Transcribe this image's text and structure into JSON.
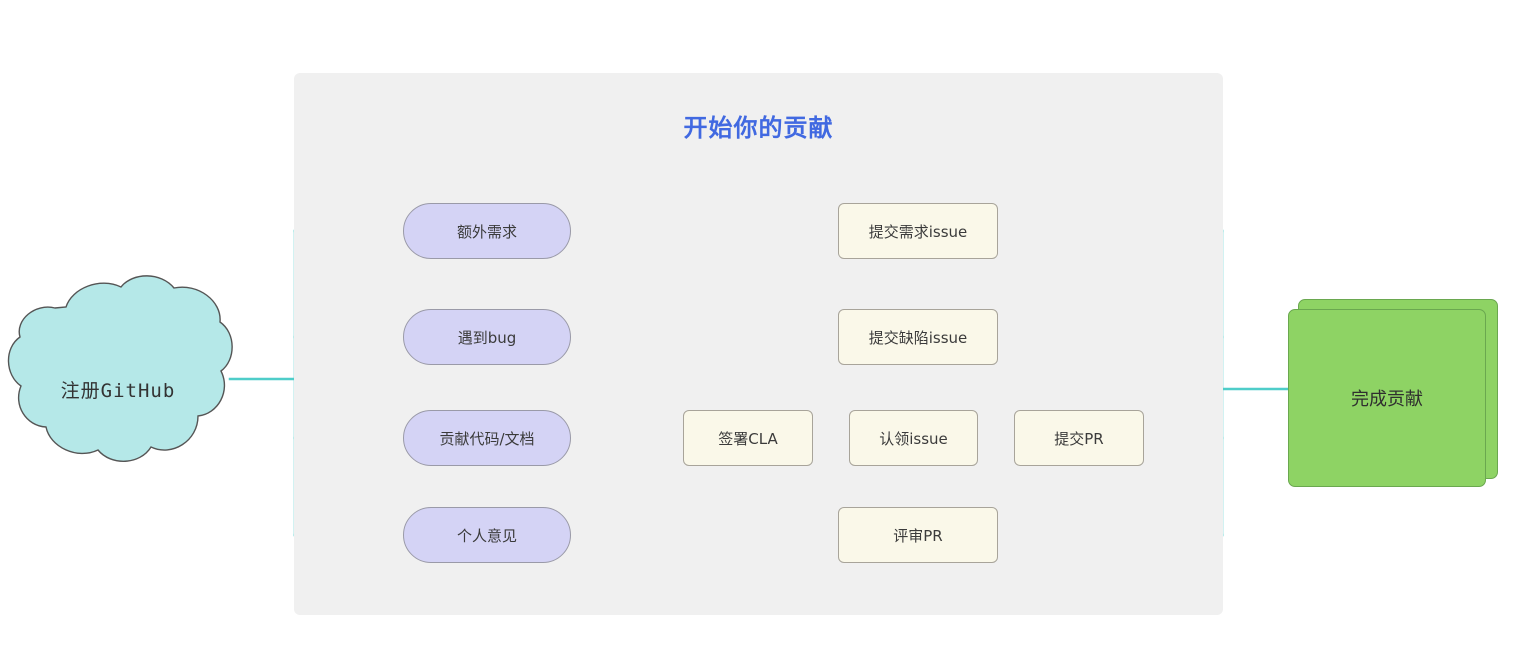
{
  "diagram": {
    "title": "开始你的贡献",
    "title_color": "#4169e1",
    "panel_color": "#f0f0f0",
    "root": {
      "label": "注册GitHub",
      "shape": "cloud",
      "fill": "#b5e8e8",
      "stroke": "#555555"
    },
    "terminal": {
      "label": "完成贡献",
      "shape": "stacked-rectangle",
      "fill": "#8ed364",
      "stroke": "#6aa84f"
    },
    "branches": [
      {
        "category": "额外需求",
        "steps": [
          "提交需求issue"
        ]
      },
      {
        "category": "遇到bug",
        "steps": [
          "提交缺陷issue"
        ]
      },
      {
        "category": "贡献代码/文档",
        "steps": [
          "签署CLA",
          "认领issue",
          "提交PR"
        ]
      },
      {
        "category": "个人意见",
        "steps": [
          "评审PR"
        ]
      }
    ],
    "colors": {
      "category_fill": "#d4d3f5",
      "category_stroke": "#9a9aa8",
      "step_fill": "#faf8e9",
      "step_stroke": "#a8a49a",
      "connector_teal": "#4ecdc9",
      "connector_dark": "#55504f"
    }
  }
}
